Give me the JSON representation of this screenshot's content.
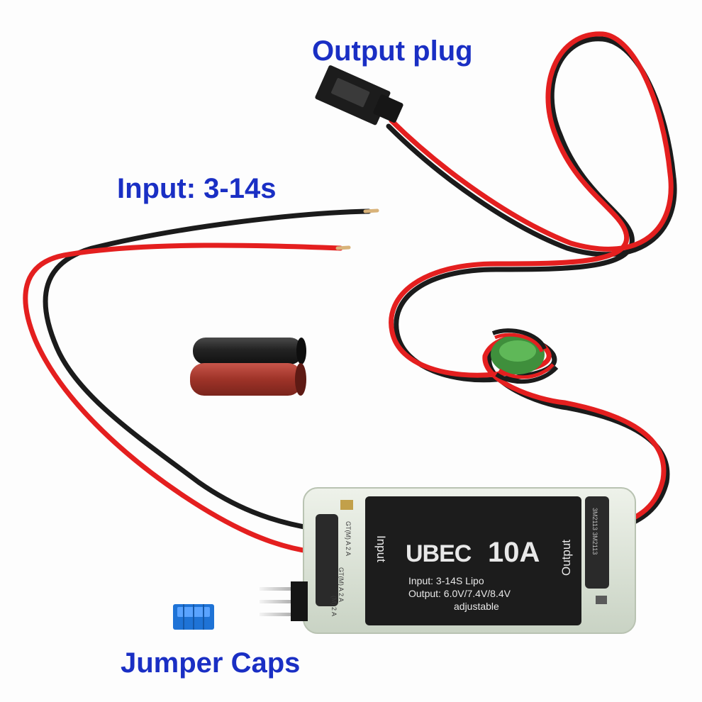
{
  "labels": {
    "output_plug": "Output plug",
    "input": "Input: 3-14s",
    "jumper_caps": "Jumper Caps"
  },
  "device": {
    "brand": "UBEC",
    "rating": "10A",
    "side_input": "Input",
    "side_output": "Output",
    "spec_input": "Input: 3-14S Lipo",
    "spec_output": "Output: 6.0V/7.4V/8.4V",
    "spec_adjustable": "adjustable",
    "jumper_silk_1": "GT(M) A 2 A",
    "jumper_silk_2": "GT(M) A 2 A",
    "jumper_silk_3": "(M) 2 A",
    "cap_marking": "3M2113 3M2113"
  },
  "colors": {
    "label_text": "#1a2fc4",
    "wire_red": "#e41f1f",
    "wire_black": "#1b1b1b",
    "board_body": "#dfe6d9",
    "panel": "#1c1c1c",
    "panel_text": "#e8e8e8",
    "heat_shrink_black": "#2a2a2a",
    "heat_shrink_red": "#a8352b",
    "ferrite_green": "#3f8f3c",
    "jumper_blue": "#1f73d6"
  }
}
